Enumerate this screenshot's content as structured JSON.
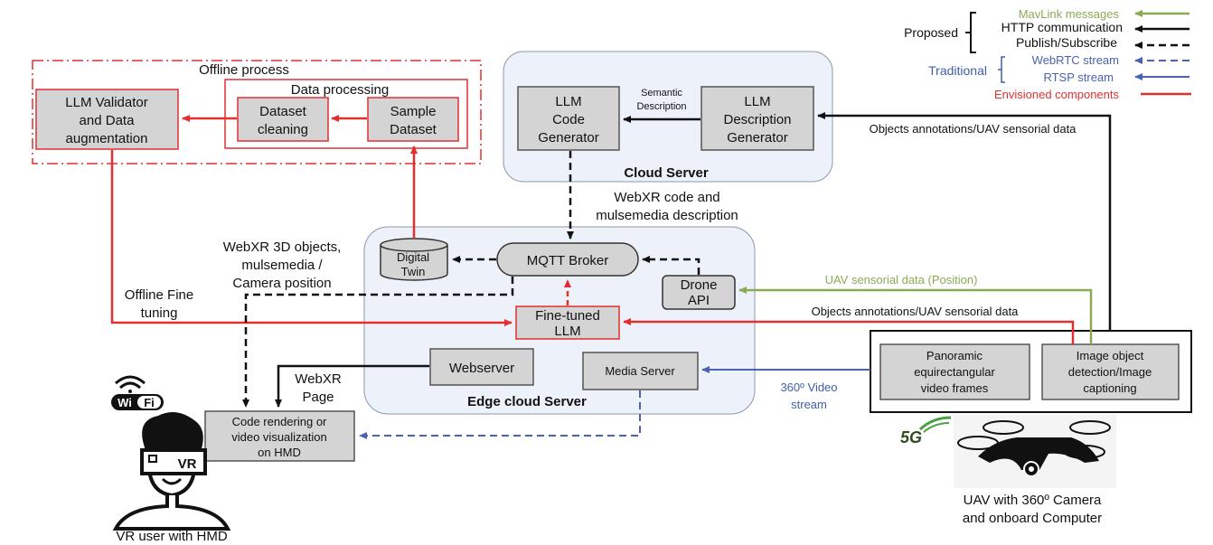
{
  "legend": {
    "groups": [
      {
        "label": "Proposed",
        "color": "#111111"
      },
      {
        "label": "Traditional",
        "color": "#3d5fa8"
      }
    ],
    "items": [
      {
        "label": "MavLink messages",
        "color": "#8aaa55",
        "style": "solid-arrow"
      },
      {
        "label": "HTTP communication",
        "color": "#111111",
        "style": "solid-arrow"
      },
      {
        "label": "Publish/Subscribe",
        "color": "#111111",
        "style": "dashed-arrow"
      },
      {
        "label": "WebRTC stream",
        "color": "#4a63b0",
        "style": "dashed-arrow"
      },
      {
        "label": "RTSP stream",
        "color": "#4a63b0",
        "style": "solid-arrow"
      },
      {
        "label": "Envisioned components",
        "color": "#e03030",
        "style": "solid-line"
      }
    ]
  },
  "groups": {
    "offline_process": "Offline process",
    "data_processing": "Data processing",
    "cloud_server": "Cloud Server",
    "edge_cloud_server": "Edge cloud Server"
  },
  "nodes": {
    "llm_validator": [
      "LLM Validator",
      "and Data",
      "augmentation"
    ],
    "dataset_cleaning": [
      "Dataset",
      "cleaning"
    ],
    "sample_dataset": [
      "Sample",
      "Dataset"
    ],
    "llm_code_generator": [
      "LLM",
      "Code",
      "Generator"
    ],
    "llm_description_generator": [
      "LLM",
      "Description",
      "Generator"
    ],
    "digital_twin": [
      "Digital",
      "Twin"
    ],
    "mqtt_broker": "MQTT Broker",
    "drone_api": [
      "Drone",
      "API"
    ],
    "fine_tuned_llm": [
      "Fine-tuned",
      "LLM"
    ],
    "webserver": "Webserver",
    "media_server": "Media Server",
    "code_rendering": [
      "Code rendering or",
      "video visualization",
      "on HMD"
    ],
    "panoramic": [
      "Panoramic",
      "equirectangular",
      "video frames"
    ],
    "image_detection": [
      "Image object",
      "detection/Image",
      "captioning"
    ]
  },
  "edge_labels": {
    "semantic_description": [
      "Semantic",
      "Description"
    ],
    "objects_annotations_top": "Objects annotations/UAV sensorial data",
    "webxr_code": [
      "WebXR code and",
      "mulsemedia description"
    ],
    "webxr_3d_objects": [
      "WebXR 3D objects,",
      "mulsemedia /",
      "Camera position"
    ],
    "offline_fine_tuning": [
      "Offline Fine",
      "tuning"
    ],
    "uav_position": "UAV sensorial data (Position)",
    "objects_annotations_mid": "Objects annotations/UAV sensorial data",
    "webxr_page": [
      "WebXR",
      "Page"
    ],
    "video_stream": [
      "360º Video",
      "stream"
    ]
  },
  "actors": {
    "vr_user": "VR user with HMD",
    "wifi_badge": [
      "Wi",
      "Fi"
    ],
    "vr_badge": "VR",
    "uav": [
      "UAV with 360º Camera",
      "and onboard Computer"
    ],
    "g5_badge": "5G"
  }
}
